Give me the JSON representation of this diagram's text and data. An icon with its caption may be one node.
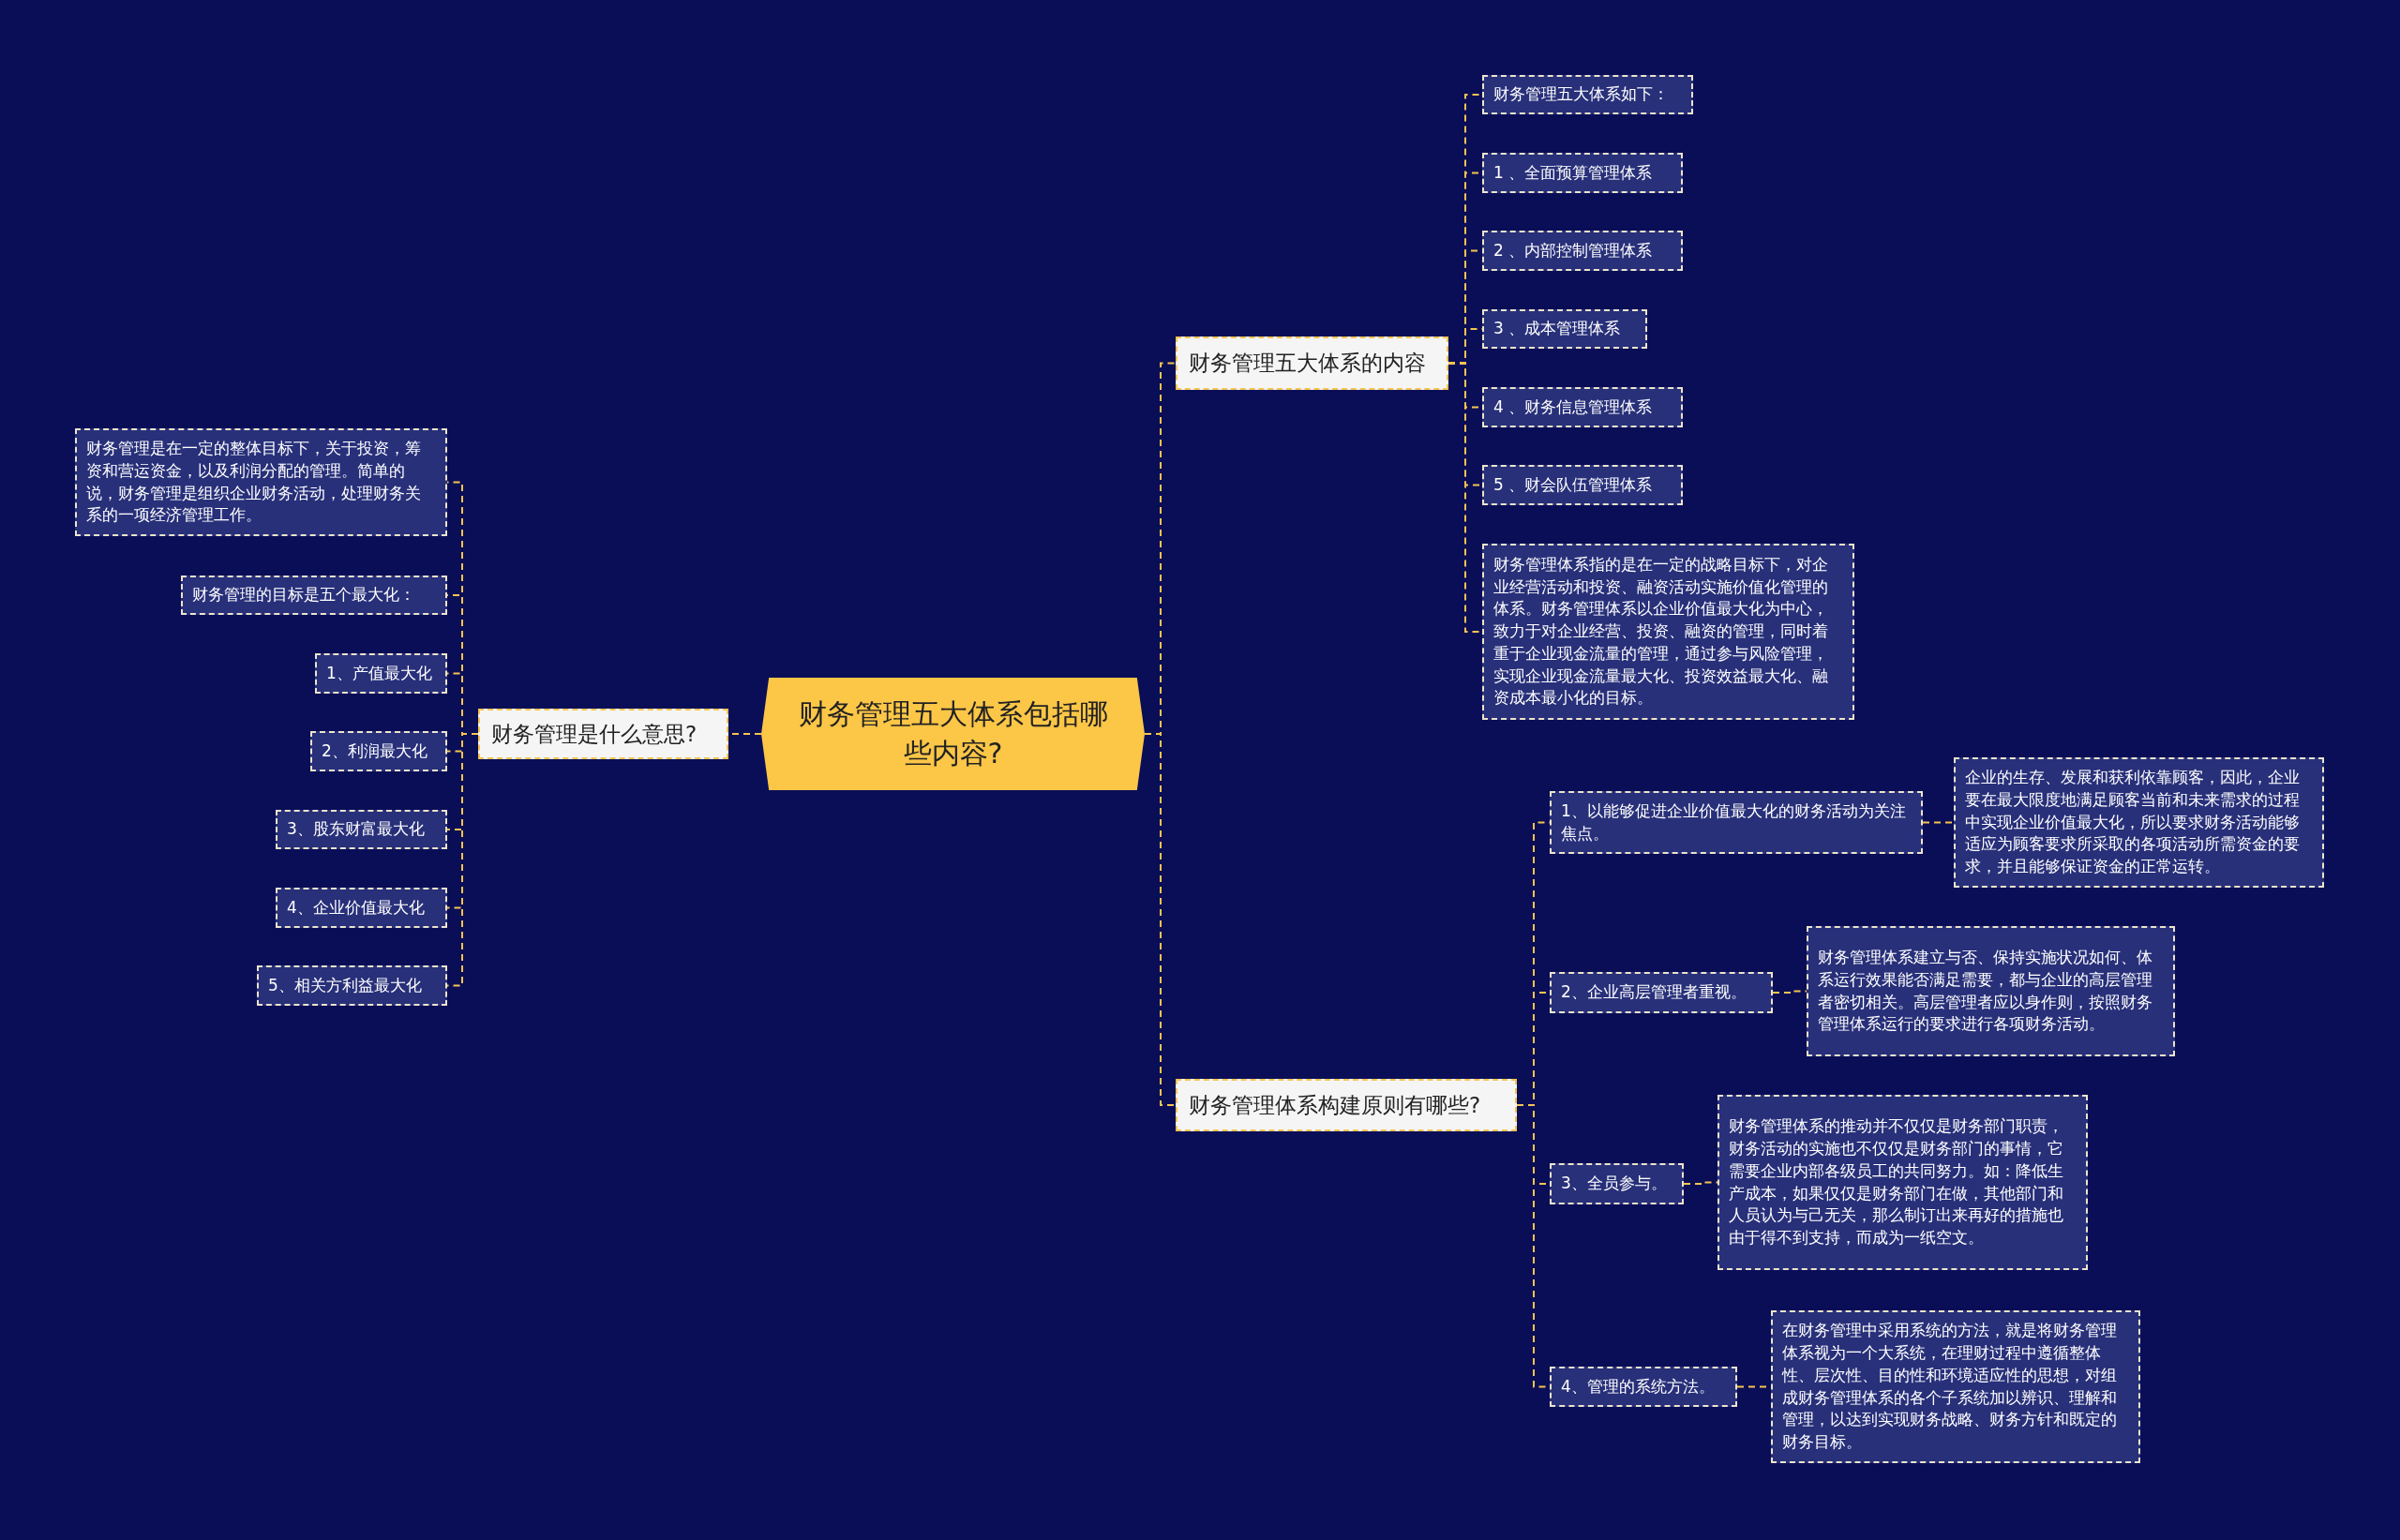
{
  "diagram": {
    "nodes": [
      {
        "text": [
          "财务管理五大体系包括哪些内容?"
        ]
      },
      {
        "text": [
          "财务管理是什么意思?"
        ]
      },
      {
        "text": [
          "财务管理是在一定的整体目标下，关于投资，筹资和营运资金，以及利润分配的管理。简单的说，财务管理是组织企业财务活动，处理财务关系的一项经济管理工作。"
        ]
      },
      {
        "text": [
          "财务管理的目标是五个最大化："
        ]
      },
      {
        "text": [
          "1、产值最大化"
        ]
      },
      {
        "text": [
          "2、利润最大化"
        ]
      },
      {
        "text": [
          "3、股东财富最大化"
        ]
      },
      {
        "text": [
          "4、企业价值最大化"
        ]
      },
      {
        "text": [
          "5、相关方利益最大化"
        ]
      },
      {
        "text": [
          "财务管理五大体系的内容"
        ]
      },
      {
        "text": [
          "财务管理五大体系如下："
        ]
      },
      {
        "text": [
          "1 、全面预算管理体系"
        ]
      },
      {
        "text": [
          "2 、内部控制管理体系"
        ]
      },
      {
        "text": [
          "3 、成本管理体系"
        ]
      },
      {
        "text": [
          "4 、财务信息管理体系"
        ]
      },
      {
        "text": [
          "5 、财会队伍管理体系"
        ]
      },
      {
        "text": [
          "财务管理体系指的是在一定的战略目标下，对企业经营活动和投资、融资活动实施价值化管理的体系。财务管理体系以企业价值最大化为中心，致力于对企业经营、投资、融资的管理，同时着重于企业现金流量的管理，通过参与风险管理，实现企业现金流量最大化、投资效益最大化、融资成本最小化的目标。"
        ]
      },
      {
        "text": [
          "财务管理体系构建原则有哪些?"
        ]
      },
      {
        "text": [
          "1、以能够促进企业价值最大化的财务活动为关注焦点。"
        ]
      },
      {
        "text": [
          "企业的生存、发展和获利依靠顾客，因此，企业要在最大限度地满足顾客当前和未来需求的过程中实现企业价值最大化，所以要求财务活动能够适应为顾客要求所采取的各项活动所需资金的要求，并且能够保证资金的正常运转。"
        ]
      },
      {
        "text": [
          "2、企业高层管理者重视。"
        ]
      },
      {
        "text": [
          "财务管理体系建立与否、保持实施状况如何、体系运行效果能否满足需要，都与企业的高层管理者密切相关。高层管理者应以身作则，按照财务管理体系运行的要求进行各项财务活动。"
        ]
      },
      {
        "text": [
          "3、全员参与。"
        ]
      },
      {
        "text": [
          "财务管理体系的推动并不仅仅是财务部门职责，财务活动的实施也不仅仅是财务部门的事情，它需要企业内部各级员工的共同努力。如：降低生产成本，如果仅仅是财务部门在做，其他部门和人员认为与己无关，那么制订出来再好的措施也由于得不到支持，而成为一纸空文。"
        ]
      },
      {
        "text": [
          "4、管理的系统方法。"
        ]
      },
      {
        "text": [
          "在财务管理中采用系统的方法，就是将财务管理体系视为一个大系统，在理财过程中遵循整体性、层次性、目的性和环境适应性的思想，对组成财务管理体系的各个子系统加以辨识、理解和管理，以达到实现财务战略、财务方针和既定的财务目标。"
        ]
      }
    ],
    "edges": [
      {
        "from": 0,
        "to": 1,
        "arrow": "none",
        "style": "dashed"
      },
      {
        "from": 0,
        "to": 9,
        "arrow": "none",
        "style": "dashed"
      },
      {
        "from": 0,
        "to": 17,
        "arrow": "none",
        "style": "dashed"
      },
      {
        "from": 1,
        "to": 2,
        "arrow": "none",
        "style": "dashed"
      },
      {
        "from": 1,
        "to": 3,
        "arrow": "none",
        "style": "dashed"
      },
      {
        "from": 1,
        "to": 4,
        "arrow": "none",
        "style": "dashed"
      },
      {
        "from": 1,
        "to": 5,
        "arrow": "none",
        "style": "dashed"
      },
      {
        "from": 1,
        "to": 6,
        "arrow": "none",
        "style": "dashed"
      },
      {
        "from": 1,
        "to": 7,
        "arrow": "none",
        "style": "dashed"
      },
      {
        "from": 1,
        "to": 8,
        "arrow": "none",
        "style": "dashed"
      },
      {
        "from": 9,
        "to": 10,
        "arrow": "none",
        "style": "dashed"
      },
      {
        "from": 9,
        "to": 11,
        "arrow": "none",
        "style": "dashed"
      },
      {
        "from": 9,
        "to": 12,
        "arrow": "none",
        "style": "dashed"
      },
      {
        "from": 9,
        "to": 13,
        "arrow": "none",
        "style": "dashed"
      },
      {
        "from": 9,
        "to": 14,
        "arrow": "none",
        "style": "dashed"
      },
      {
        "from": 9,
        "to": 15,
        "arrow": "none",
        "style": "dashed"
      },
      {
        "from": 9,
        "to": 16,
        "arrow": "none",
        "style": "dashed"
      },
      {
        "from": 17,
        "to": 18,
        "arrow": "none",
        "style": "dashed"
      },
      {
        "from": 17,
        "to": 20,
        "arrow": "none",
        "style": "dashed"
      },
      {
        "from": 17,
        "to": 22,
        "arrow": "none",
        "style": "dashed"
      },
      {
        "from": 17,
        "to": 24,
        "arrow": "none",
        "style": "dashed"
      },
      {
        "from": 18,
        "to": 19,
        "arrow": "none",
        "style": "dashed"
      },
      {
        "from": 20,
        "to": 21,
        "arrow": "none",
        "style": "dashed"
      },
      {
        "from": 22,
        "to": 23,
        "arrow": "none",
        "style": "dashed"
      },
      {
        "from": 24,
        "to": 25,
        "arrow": "none",
        "style": "dashed"
      }
    ]
  }
}
